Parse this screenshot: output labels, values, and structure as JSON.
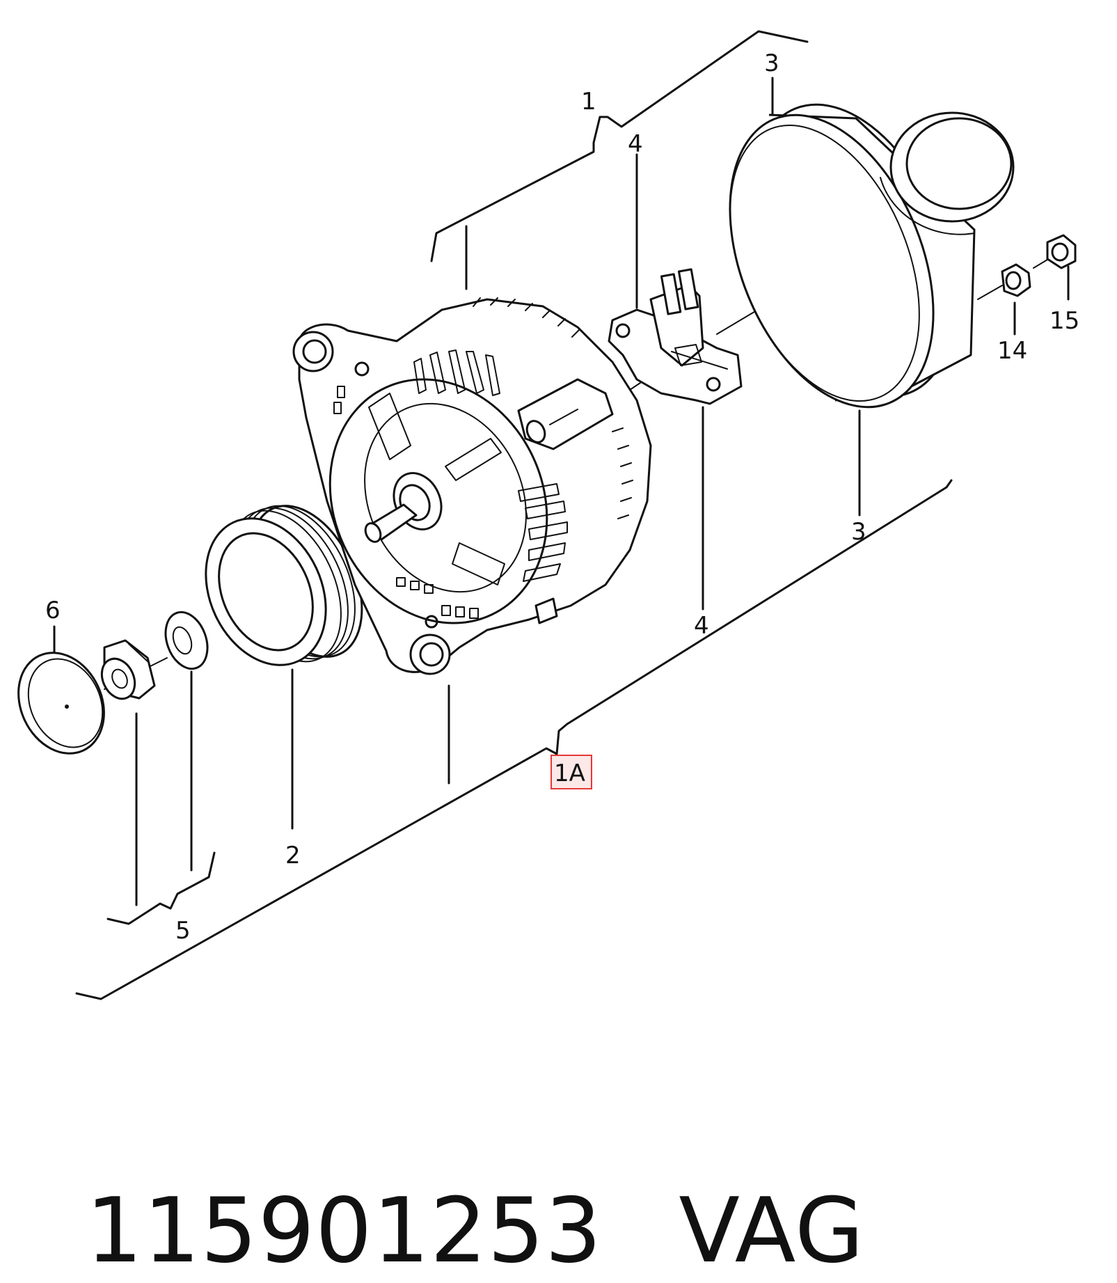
{
  "callouts": {
    "c1": "1",
    "c1a": "1A",
    "c2": "2",
    "c3_top": "3",
    "c3_bottom": "3",
    "c4_top": "4",
    "c4_bottom": "4",
    "c5": "5",
    "c6": "6",
    "c14": "14",
    "c15": "15"
  },
  "highlight": {
    "color": "#e53935",
    "label_ref": "1A"
  },
  "footer": {
    "part_number": "115901253",
    "brand": "VAG"
  }
}
